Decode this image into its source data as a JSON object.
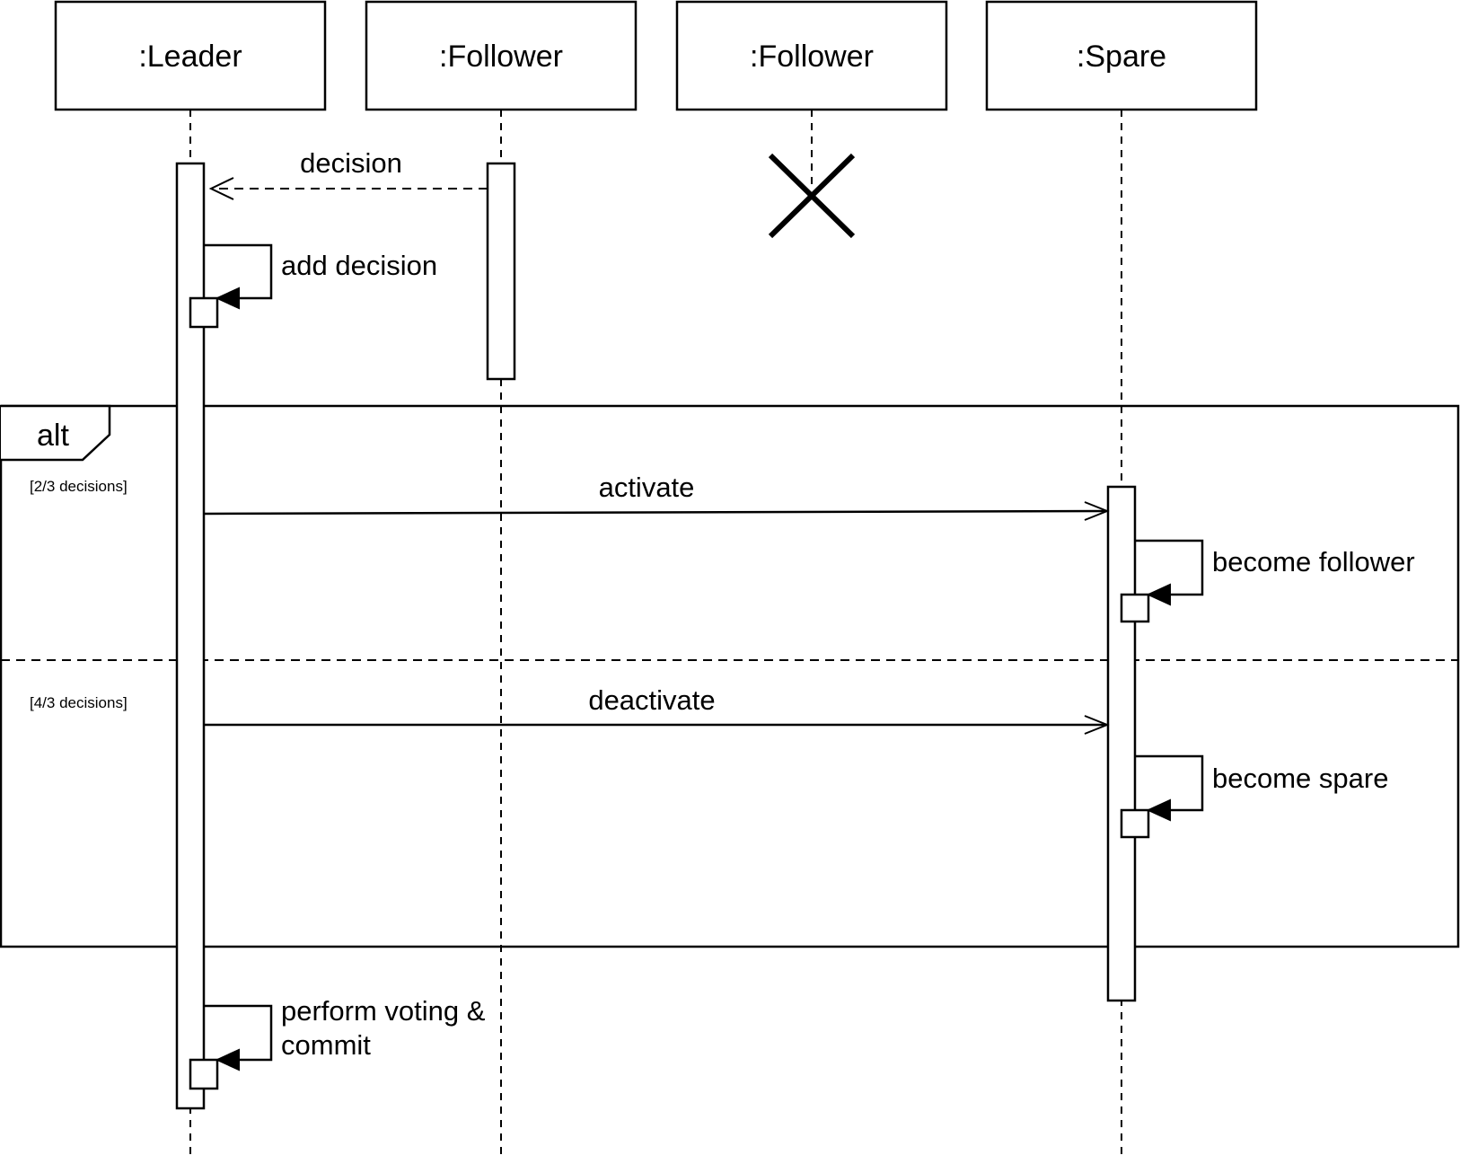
{
  "lifelines": [
    {
      "name": ":Leader"
    },
    {
      "name": ":Follower"
    },
    {
      "name": ":Follower"
    },
    {
      "name": ":Spare"
    }
  ],
  "messages": {
    "decision": "decision",
    "add_decision": "add decision",
    "activate": "activate",
    "become_follower": "become follower",
    "deactivate": "deactivate",
    "become_spare": "become spare",
    "perform_voting_line1": "perform voting &",
    "perform_voting_line2": "commit"
  },
  "fragment": {
    "operator": "alt",
    "guard1": "[2/3 decisions]",
    "guard2": "[4/3 decisions]"
  }
}
